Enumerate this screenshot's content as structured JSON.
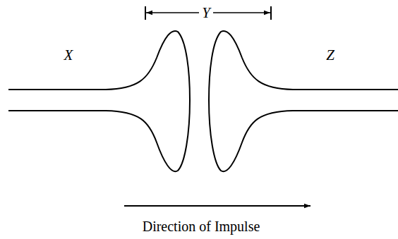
{
  "diagram": {
    "labels": [
      "Y",
      "X",
      "Z",
      "Direction of Impulse"
    ]
  }
}
